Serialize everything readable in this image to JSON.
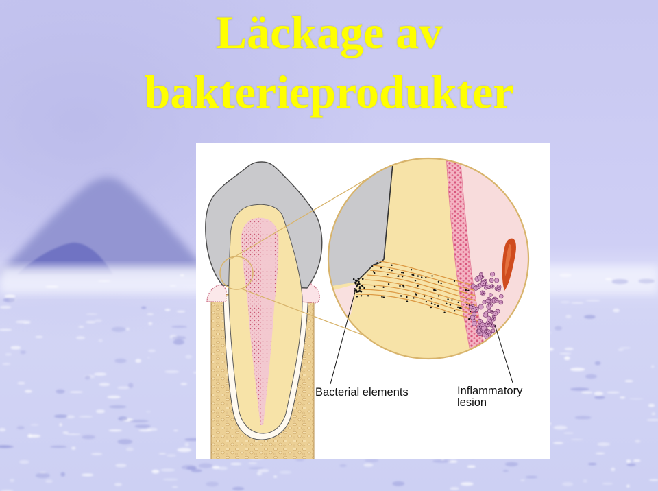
{
  "slide": {
    "title_lines": [
      "Läckage av",
      "bakterieprodukter"
    ],
    "title_color": "#ffff00",
    "background_color": "#c9c9f2"
  },
  "figure": {
    "labels": {
      "bacterial_elements": "Bacterial elements",
      "inflammatory_lesion": [
        "Inflammatory",
        "lesion"
      ]
    },
    "colors": {
      "enamel": "#c9c9cc",
      "dentin": "#f7e3a8",
      "pulp": "#f3c9d0",
      "bone": "#ecd095",
      "epithelium": "#f4b3c2",
      "connective_tissue": "#f8dcdc",
      "inflammatory_cells": "#d49ac4",
      "fibers": "#dc9a45",
      "bacteria": "#111111",
      "blood_vessel": "#cf4b1e",
      "magnifier_outline": "#d8b46c"
    }
  }
}
